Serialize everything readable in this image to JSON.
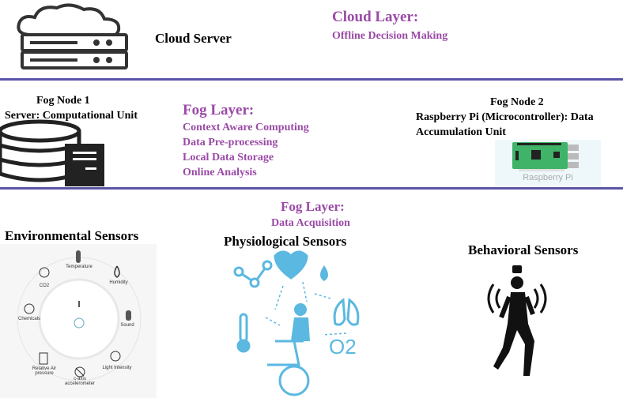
{
  "cloud": {
    "server_label": "Cloud Server",
    "layer_title": "Cloud Layer:",
    "layer_items": [
      "Offline Decision Making"
    ]
  },
  "fog": {
    "node1_title": "Fog Node 1",
    "node1_desc": "Server: Computational Unit",
    "layer_title": "Fog Layer:",
    "layer_items": [
      "Context Aware Computing",
      "Data Pre-processing",
      "Local Data Storage",
      "Online Analysis"
    ],
    "node2_title": "Fog Node 2",
    "node2_desc_line1": "Raspberry Pi (Microcontroller): Data",
    "node2_desc_line2": "Accumulation Unit",
    "rpi_caption": "Raspberry Pi"
  },
  "sensing": {
    "layer_title": "Fog Layer:",
    "layer_items": [
      "Data Acquisition"
    ],
    "environmental": "Environmental Sensors",
    "physiological": "Physiological Sensors",
    "behavioral": "Behavioral Sensors",
    "env_labels": [
      "Temperature",
      "Humidity",
      "Sound",
      "Light Intensity",
      "c-axis accelerometer",
      "Relative Air pressure",
      "Chemicals",
      "CO2"
    ],
    "o2_label": "O2"
  },
  "colors": {
    "accent": "#9a4aa6",
    "divider": "#5b55a8",
    "physio": "#5bb8e0"
  }
}
